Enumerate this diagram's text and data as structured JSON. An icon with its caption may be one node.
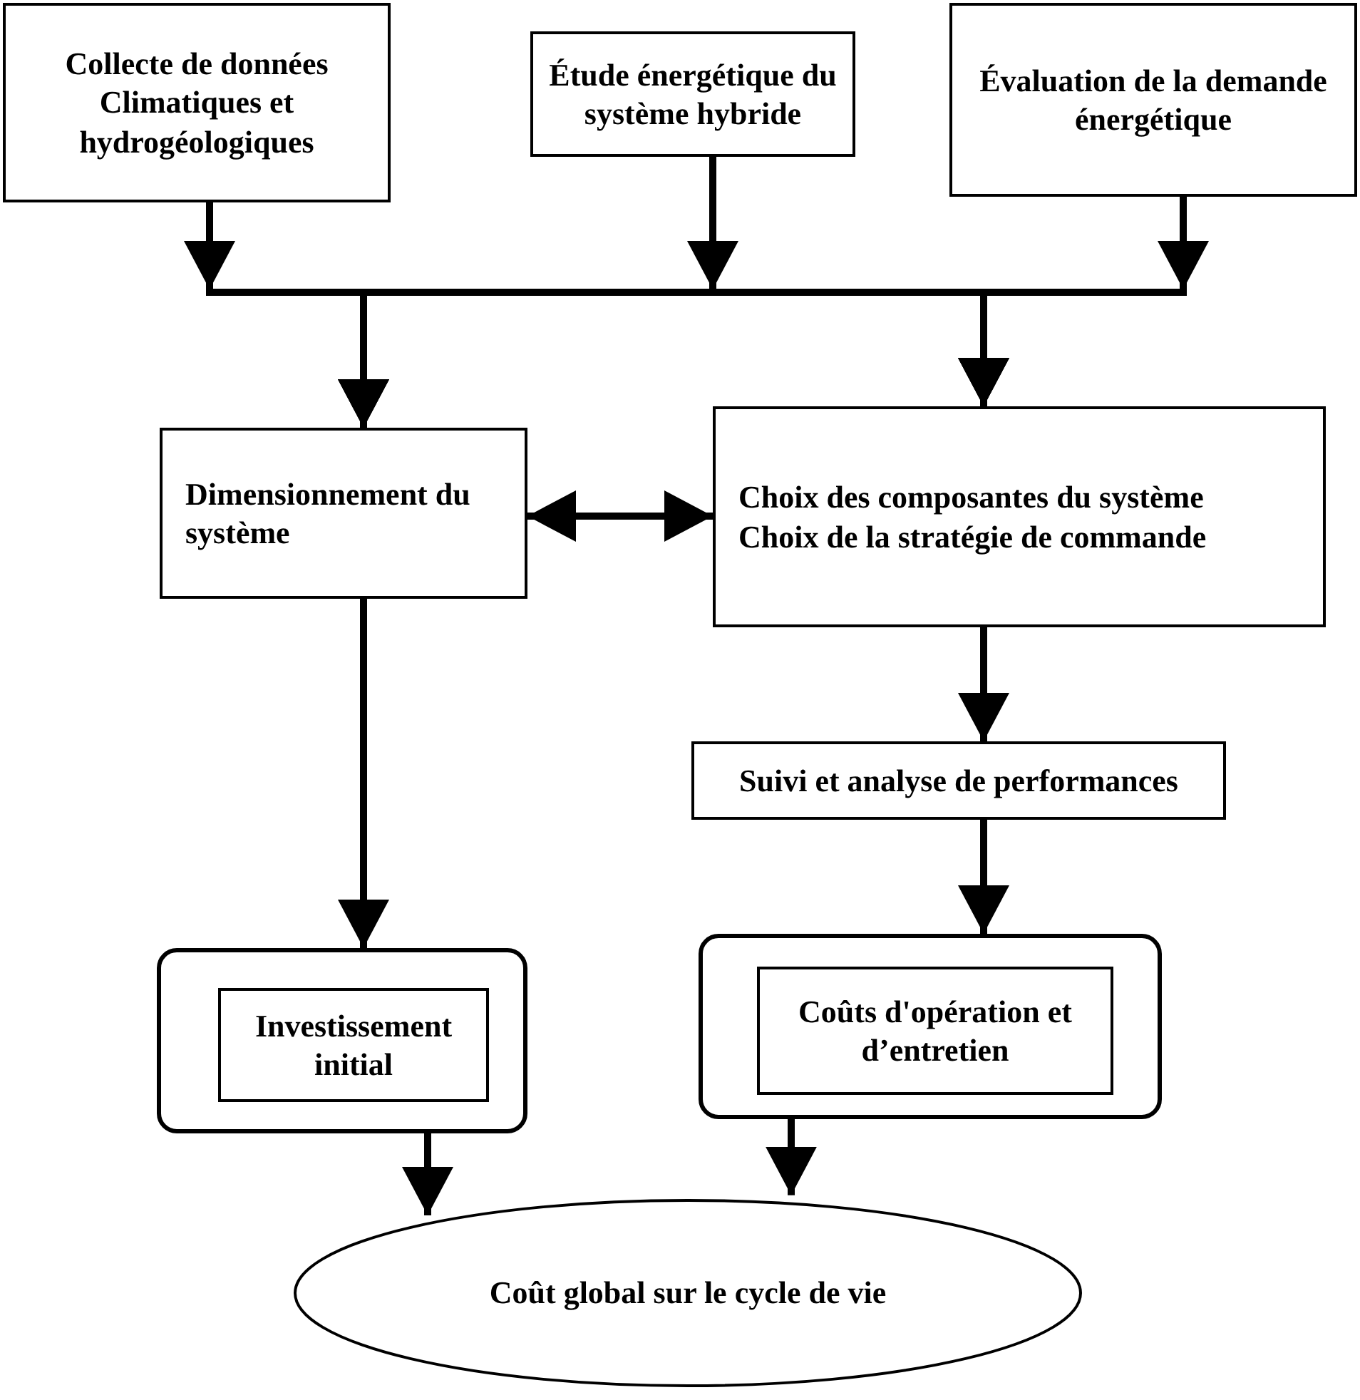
{
  "diagram": {
    "nodes": [
      {
        "text": [
          "Collecte de données Climatiques et hydrogéologiques"
        ]
      },
      {
        "text": [
          "Étude énergétique du système hybride"
        ]
      },
      {
        "text": [
          "Évaluation de la demande énergétique"
        ]
      },
      {
        "text": [
          "Dimensionnement du système"
        ]
      },
      {
        "text": [
          "Choix des composantes du système",
          "Choix de la stratégie de commande"
        ]
      },
      {
        "text": [
          "Suivi et analyse de performances"
        ]
      },
      {
        "text": [],
        "shape": "box"
      },
      {
        "text": [
          "Investissement initial"
        ],
        "in": 6
      },
      {
        "text": [],
        "shape": "box"
      },
      {
        "text": [
          "Coûts d'opération et d’entretien"
        ],
        "in": 8
      },
      {
        "text": [
          "Coût global sur le cycle de vie"
        ]
      }
    ],
    "edges": [
      {
        "from": 0,
        "to": 3,
        "arrow": "to"
      },
      {
        "from": 0,
        "to": 4,
        "arrow": "to"
      },
      {
        "from": 1,
        "to": 3,
        "arrow": "to"
      },
      {
        "from": 1,
        "to": 4,
        "arrow": "to"
      },
      {
        "from": 2,
        "to": 3,
        "arrow": "to"
      },
      {
        "from": 2,
        "to": 4,
        "arrow": "to"
      },
      {
        "from": 3,
        "to": 4,
        "arrow": "both"
      },
      {
        "from": 4,
        "to": 5,
        "arrow": "to"
      },
      {
        "from": 5,
        "to": 8,
        "arrow": "to"
      },
      {
        "from": 3,
        "to": 6,
        "arrow": "to"
      },
      {
        "from": 6,
        "to": 10,
        "arrow": "to"
      },
      {
        "from": 8,
        "to": 10,
        "arrow": "to"
      }
    ]
  }
}
